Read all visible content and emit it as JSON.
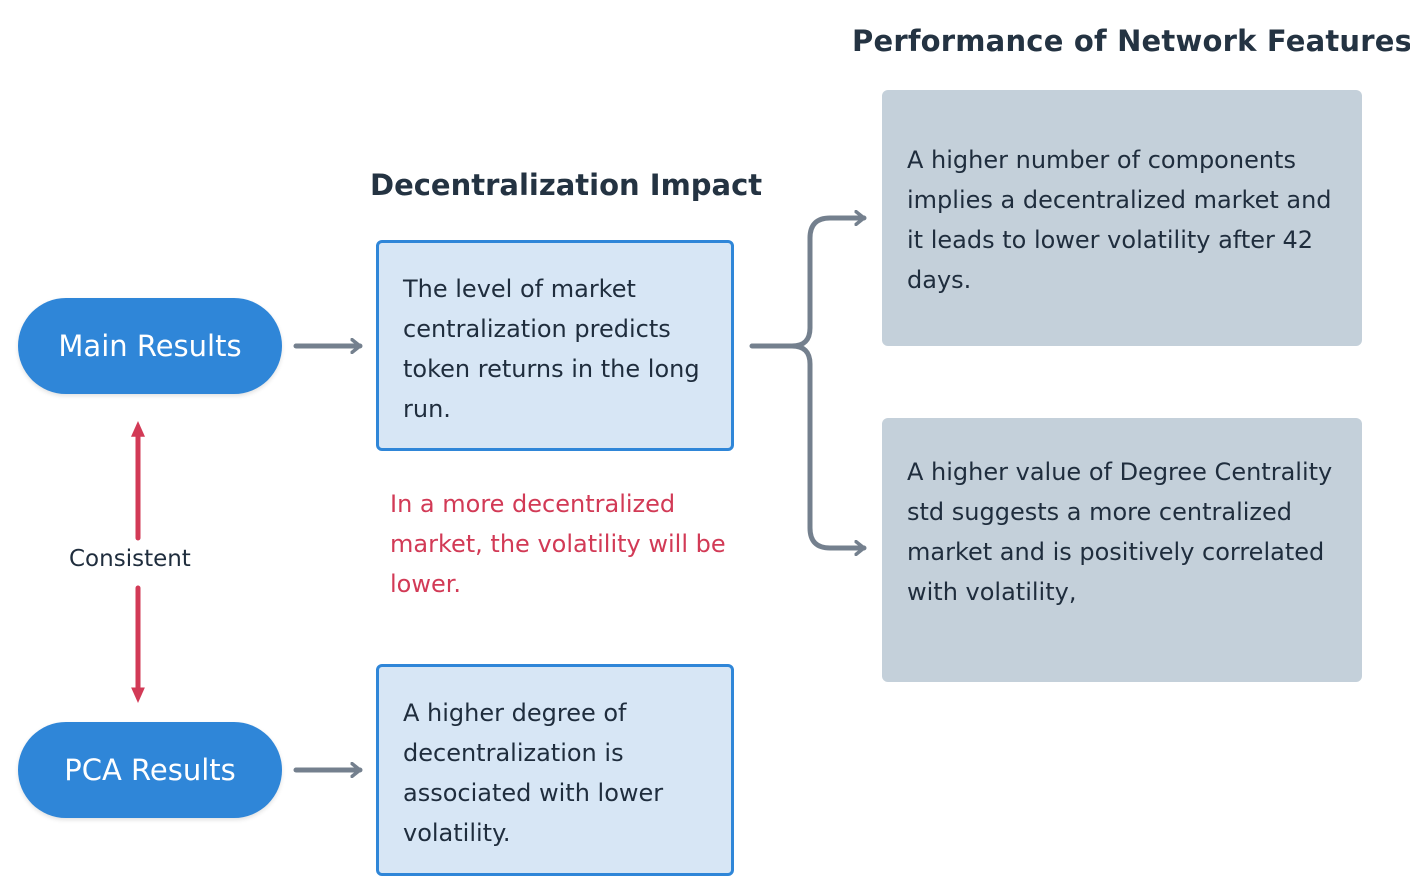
{
  "headings": {
    "network_features": "Performance of Network Features",
    "decentralization": "Decentralization Impact"
  },
  "nodes": {
    "main_results": "Main Results",
    "pca_results": "PCA Results",
    "consistent_label": "Consistent"
  },
  "boxes": {
    "centralization": "The level of market centralization predicts token returns in the long run.",
    "pca": "A higher degree of decentralization is associated with lower volatility.",
    "components": "A higher number of components implies a decentralized market and it leads to lower volatility after 42 days.",
    "degree": "A higher value of Degree Centrality std suggests a more centralized market and is positively correlated with volatility,"
  },
  "note": "In a more decentralized market, the volatility will be lower.",
  "colors": {
    "node_blue": "#2f86d8",
    "blue_box_fill": "#d7e6f5",
    "gray_box_fill": "#c4d0da",
    "connector_gray": "#74808e",
    "accent_red": "#d23a56"
  }
}
